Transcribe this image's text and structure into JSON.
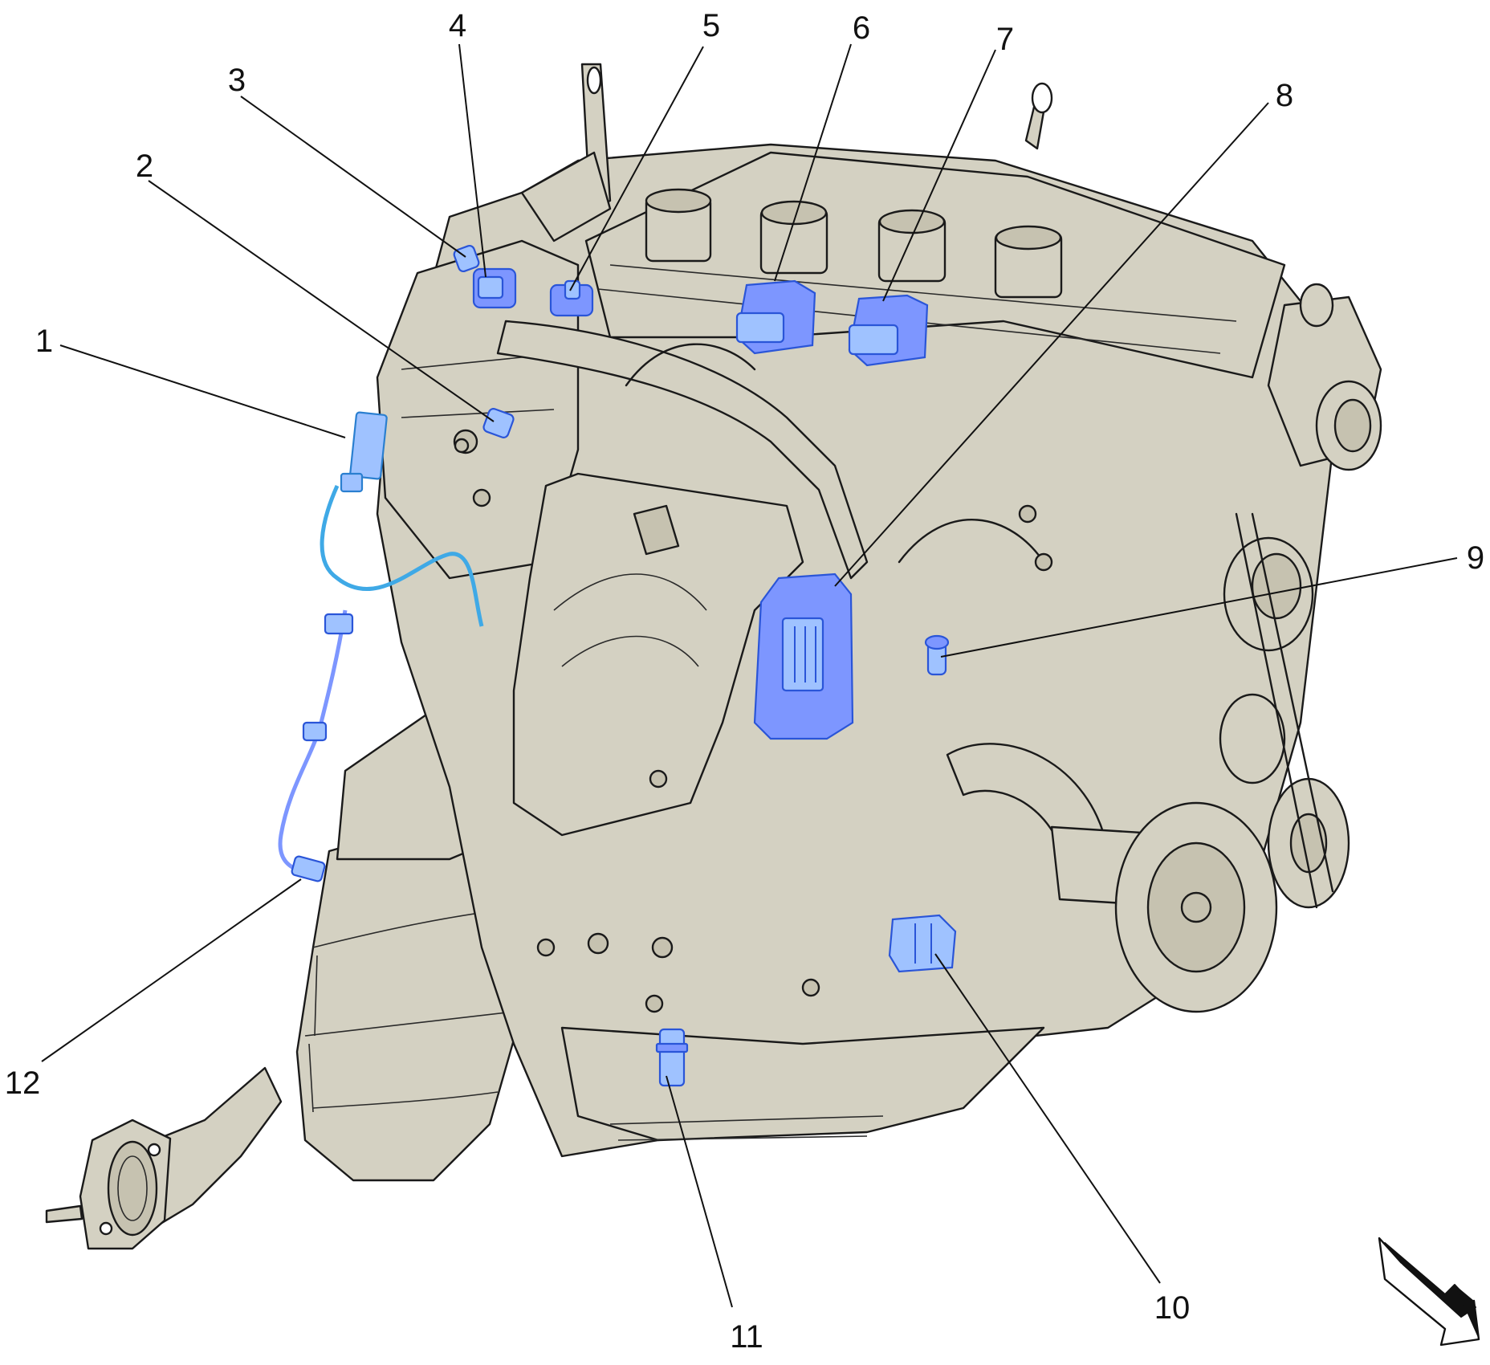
{
  "figure": {
    "body_color": "#d4d1c2",
    "outline_color": "#1a1a1a",
    "highlight_color": "#7d96ff",
    "highlight_light": "#9fc2ff",
    "sensor_cyan": "#3fa9e6"
  },
  "callouts": [
    {
      "id": "1",
      "label": "1"
    },
    {
      "id": "2",
      "label": "2"
    },
    {
      "id": "3",
      "label": "3"
    },
    {
      "id": "4",
      "label": "4"
    },
    {
      "id": "5",
      "label": "5"
    },
    {
      "id": "6",
      "label": "6"
    },
    {
      "id": "7",
      "label": "7"
    },
    {
      "id": "8",
      "label": "8"
    },
    {
      "id": "9",
      "label": "9"
    },
    {
      "id": "10",
      "label": "10"
    },
    {
      "id": "11",
      "label": "11"
    },
    {
      "id": "12",
      "label": "12"
    }
  ],
  "icons": {
    "direction": "forward-arrow-icon"
  }
}
